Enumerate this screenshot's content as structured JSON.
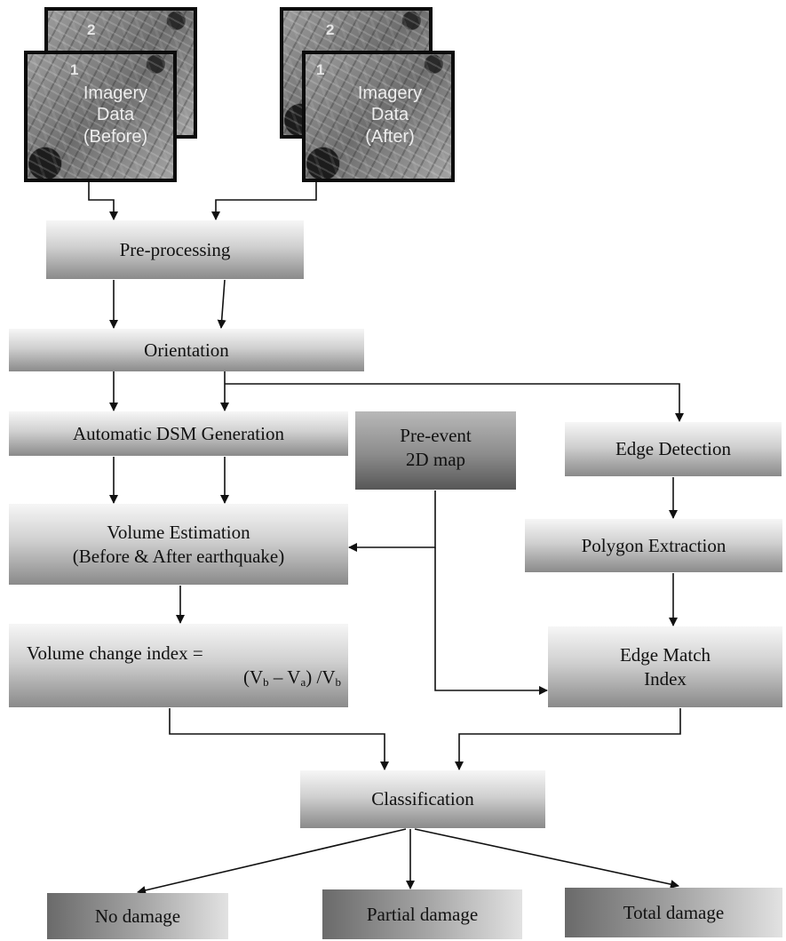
{
  "imagery": {
    "before": {
      "line1": "Imagery",
      "line2": "Data",
      "line3": "(Before)",
      "num_front": "1",
      "num_back": "2"
    },
    "after": {
      "line1": "Imagery",
      "line2": "Data",
      "line3": "(After)",
      "num_front": "1",
      "num_back": "2"
    }
  },
  "boxes": {
    "preprocessing": "Pre-processing",
    "orientation": "Orientation",
    "dsm": "Automatic DSM Generation",
    "pre_event_line1": "Pre-event",
    "pre_event_line2": "2D map",
    "edge_detection": "Edge Detection",
    "volume_line1": "Volume Estimation",
    "volume_line2": "(Before & After earthquake)",
    "polygon": "Polygon Extraction",
    "vci_line1": "Volume change index =",
    "edge_match_line1": "Edge Match",
    "edge_match_line2": "Index",
    "classification": "Classification"
  },
  "formula": {
    "open": "(V",
    "sub_b": "b",
    "minus": " – V",
    "sub_a": "a",
    "div": ") /V",
    "sub_b2": "b"
  },
  "outcomes": {
    "no_damage": "No damage",
    "partial": "Partial damage",
    "total": "Total damage"
  }
}
